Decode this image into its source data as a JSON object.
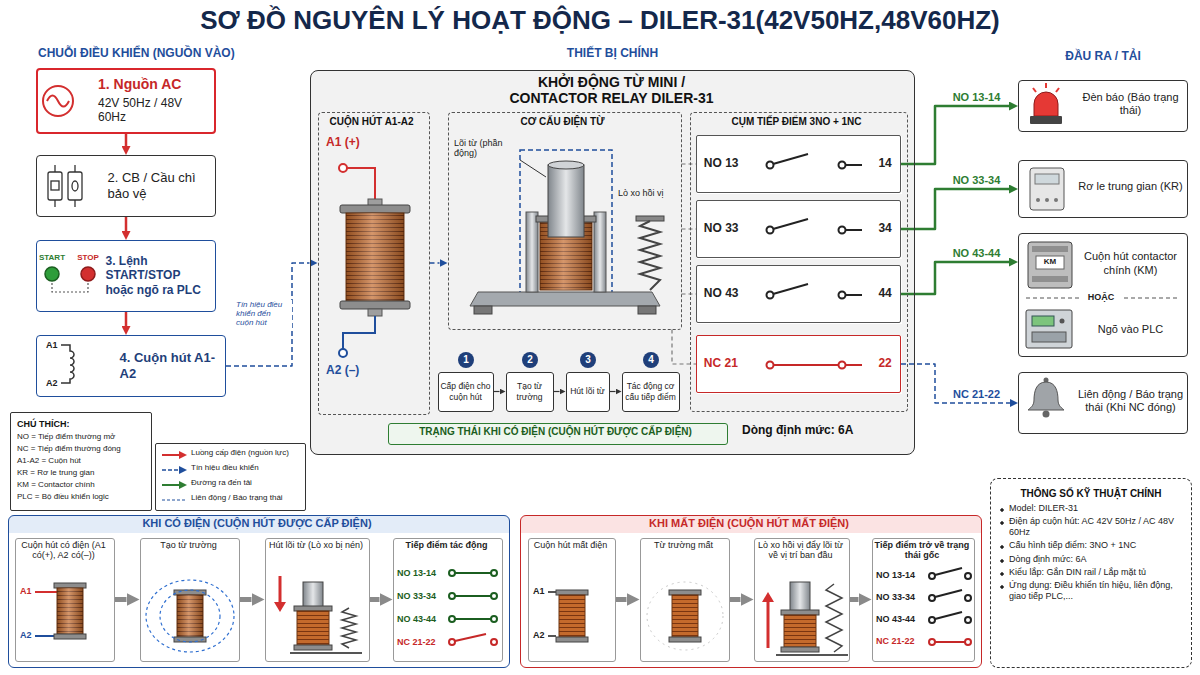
{
  "diagram": {
    "title": "SƠ ĐỒ NGUYÊN LÝ HOẠT ĐỘNG – DILER-31(42V50HZ,48V60HZ)",
    "nodes": [
      {
        "text": [
          "1. Nguồn AC",
          "42V 50Hz / 48V 60Hz"
        ]
      },
      {
        "text": [
          "2. CB / Cầu chì bảo vệ"
        ]
      },
      {
        "text": [
          "3. Lệnh START/STOP hoặc ngõ ra PLC"
        ]
      },
      {
        "text": [
          "4. Cuộn hút A1-A2"
        ]
      },
      {
        "text": [
          "CHÚ THÍCH:",
          "NO = Tiếp điểm thường mở",
          "NC = Tiếp điểm thường đóng",
          "A1-A2 = Cuộn hút",
          "KR = Rơ le trung gian",
          "KM = Contactor chính",
          "PLC = Bộ điều khiển logic"
        ]
      },
      {
        "text": [
          "KHỞI ĐỘNG TỪ MINI / CONTACTOR RELAY DILER-31"
        ]
      },
      {
        "text": [
          "CUỘN HÚT A1-A2"
        ],
        "in": 5
      },
      {
        "text": [
          "CƠ CẤU ĐIỆN TỪ"
        ],
        "in": 5
      },
      {
        "text": [
          "CỤM TIẾP ĐIỂM 3NO + 1NC"
        ],
        "in": 5
      },
      {
        "text": [
          "NO 13",
          "14"
        ],
        "in": 8
      },
      {
        "text": [
          "NO 33",
          "34"
        ],
        "in": 8
      },
      {
        "text": [
          "NO 43",
          "44"
        ],
        "in": 8
      },
      {
        "text": [
          "NC 21",
          "22"
        ],
        "in": 8
      },
      {
        "text": [
          "Cấp điện cho cuộn hút"
        ],
        "in": 5
      },
      {
        "text": [
          "Tạo từ trường"
        ],
        "in": 5
      },
      {
        "text": [
          "Hút lõi từ"
        ],
        "in": 5
      },
      {
        "text": [
          "Tác động cơ cấu tiếp điểm"
        ],
        "in": 5
      },
      {
        "text": [
          "TRẠNG THÁI KHI CÓ ĐIỆN (CUỘN HÚT ĐƯỢC CẤP ĐIỆN)"
        ],
        "in": 5
      },
      {
        "text": [
          "Đèn báo (Báo trạng thái)"
        ]
      },
      {
        "text": [
          "Rơ le trung gian (KR)"
        ]
      },
      {
        "text": [
          "Cuộn hút contactor chính (KM)",
          "HOẶC",
          "Ngõ vào PLC"
        ]
      },
      {
        "text": [
          "Liên động / Báo trạng thái (Khi NC đóng)"
        ]
      },
      {
        "text": [
          "KHI CÓ ĐIỆN (CUỘN HÚT ĐƯỢC CẤP ĐIỆN)"
        ]
      },
      {
        "text": [
          "Cuộn hút có điện (A1 có(+), A2 có(–))"
        ],
        "in": 22
      },
      {
        "text": [
          "Tạo từ trường"
        ],
        "in": 22
      },
      {
        "text": [
          "Hút lõi từ (Lò xo bị nén)"
        ],
        "in": 22
      },
      {
        "text": [
          "Tiếp điểm tác động"
        ],
        "in": 22
      },
      {
        "text": [
          "KHI MẤT ĐIỆN (CUỘN HÚT MẤT ĐIỆN)"
        ]
      },
      {
        "text": [
          "Cuộn hút mất điện"
        ],
        "in": 27
      },
      {
        "text": [
          "Từ trường mất"
        ],
        "in": 27
      },
      {
        "text": [
          "Lò xo hồi vị đẩy lõi từ về vị trí ban đầu"
        ],
        "in": 27
      },
      {
        "text": [
          "Tiếp điểm trở về trạng thái gốc"
        ],
        "in": 27
      },
      {
        "text": [
          "THÔNG SỐ KỸ THUẬT CHÍNH",
          "Model: DILER-31",
          "Điện áp cuộn hút: AC 42V 50Hz / AC 48V 60Hz",
          "Cấu hình tiếp điểm: 3NO + 1NC",
          "Dòng định mức: 6A",
          "Kiểu lắp: Gắn DIN rail / Lắp mặt tủ",
          "Ứng dụng: Điều khiển tín hiệu, liên động, giao tiếp PLC,..."
        ]
      }
    ],
    "edges": [
      {
        "from": 0,
        "to": 1,
        "arrow": "to"
      },
      {
        "from": 1,
        "to": 2,
        "arrow": "to"
      },
      {
        "from": 2,
        "to": 3,
        "arrow": "to"
      },
      {
        "from": 3,
        "to": 6,
        "arrow": "to",
        "label": "Tín hiệu điều khiển đến cuộn hút"
      },
      {
        "from": 6,
        "to": 7,
        "arrow": "to"
      },
      {
        "from": 7,
        "to": 9,
        "arrow": "none"
      },
      {
        "from": 7,
        "to": 10,
        "arrow": "none"
      },
      {
        "from": 7,
        "to": 11,
        "arrow": "none"
      },
      {
        "from": 7,
        "to": 12,
        "arrow": "none"
      },
      {
        "from": 13,
        "to": 14,
        "arrow": "to"
      },
      {
        "from": 14,
        "to": 15,
        "arrow": "to"
      },
      {
        "from": 15,
        "to": 16,
        "arrow": "to"
      },
      {
        "from": 9,
        "to": 18,
        "arrow": "to",
        "label": "NO 13-14"
      },
      {
        "from": 10,
        "to": 19,
        "arrow": "to",
        "label": "NO 33-34"
      },
      {
        "from": 11,
        "to": 20,
        "arrow": "to",
        "label": "NO 43-44"
      },
      {
        "from": 12,
        "to": 21,
        "arrow": "to",
        "label": "NC 21-22"
      },
      {
        "from": 23,
        "to": 24,
        "arrow": "to"
      },
      {
        "from": 24,
        "to": 25,
        "arrow": "to"
      },
      {
        "from": 25,
        "to": 26,
        "arrow": "to"
      },
      {
        "from": 28,
        "to": 29,
        "arrow": "to"
      },
      {
        "from": 29,
        "to": 30,
        "arrow": "to"
      },
      {
        "from": 30,
        "to": 31,
        "arrow": "to"
      }
    ],
    "labels": [
      "CHUỖI ĐIỀU KHIỂN (NGUỒN VÀO)",
      "THIẾT BỊ CHÍNH",
      "ĐẦU RA / TẢI",
      "START",
      "STOP",
      "A1",
      "A2",
      "A1 (+)",
      "A2 (–)",
      "Lõi từ (phần động)",
      "Lò xo hồi vị",
      "1",
      "2",
      "3",
      "4",
      "Dòng định mức: 6A",
      "KM",
      "A1",
      "A2",
      "NO 13-14",
      "NO 33-34",
      "NO 43-44",
      "NC 21-22",
      "A1",
      "A2",
      "NO 13-14",
      "NO 33-34",
      "NO 43-44",
      "NC 21-22"
    ],
    "legend": [
      {
        "text": "Luồng cấp điện (nguồn lực)"
      },
      {
        "text": "Tín hiệu điều khiển"
      },
      {
        "text": "Đường ra đến tải"
      },
      {
        "text": "Liên động / Báo trạng thái"
      }
    ]
  }
}
